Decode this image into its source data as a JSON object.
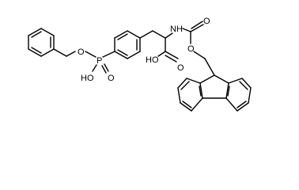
{
  "molecule": {
    "labels": {
      "o_benzyl": "O",
      "p_atom": "P",
      "o_double_p": "O",
      "ho_p": "HO",
      "nh": "NH",
      "o_carbonyl_carbamate": "O",
      "o_ester_carbamate": "O",
      "ho_acid": "HO",
      "o_carbonyl_acid": "O"
    }
  }
}
